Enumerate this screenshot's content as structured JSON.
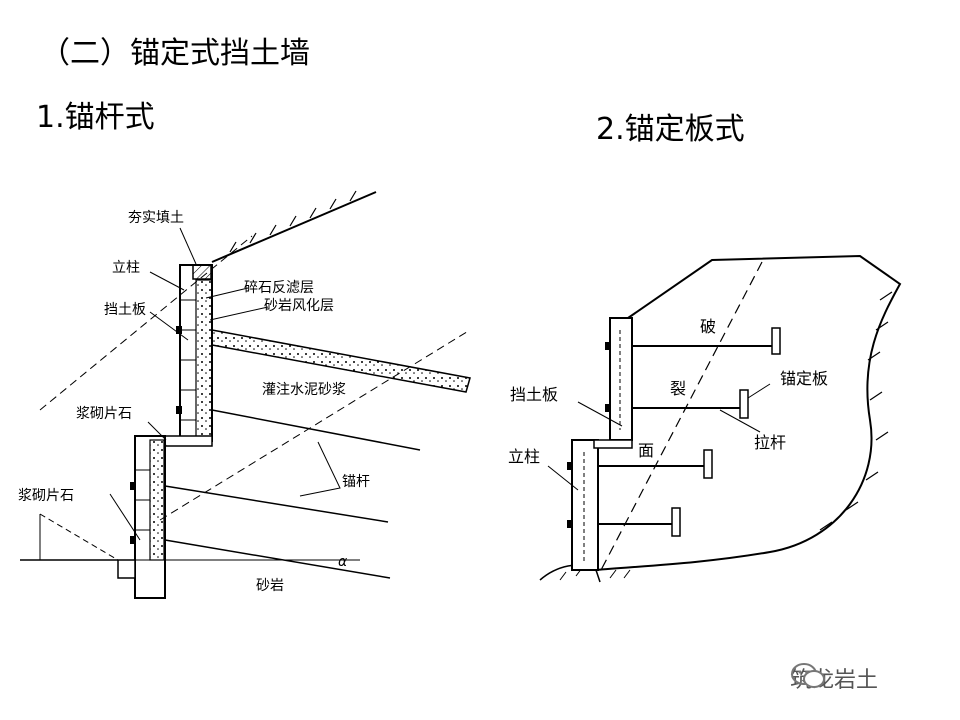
{
  "slide": {
    "title": "（二）锚定式挡土墙",
    "subtitle_1": "1.锚杆式",
    "subtitle_2": "2.锚定板式"
  },
  "diagram_1": {
    "labels": {
      "compacted_fill": "夯实填土",
      "column": "立柱",
      "retaining_plate": "挡土板",
      "gravel_filter": "碎石反滤层",
      "sandstone_weathered": "砂岩风化层",
      "grouted_mortar": "灌注水泥砂浆",
      "masonry_upper": "浆砌片石",
      "masonry_lower": "浆砌片石",
      "anchor_rod": "锚杆",
      "sandstone": "砂岩",
      "alpha": "α"
    }
  },
  "diagram_2": {
    "labels": {
      "crack_1": "破",
      "crack_2": "裂",
      "crack_3": "面",
      "anchor_plate": "锚定板",
      "retaining_plate": "挡土板",
      "tie_rod": "拉杆",
      "column": "立柱"
    }
  },
  "watermark": {
    "text": "筑龙岩土",
    "icon": "wechat-icon"
  }
}
